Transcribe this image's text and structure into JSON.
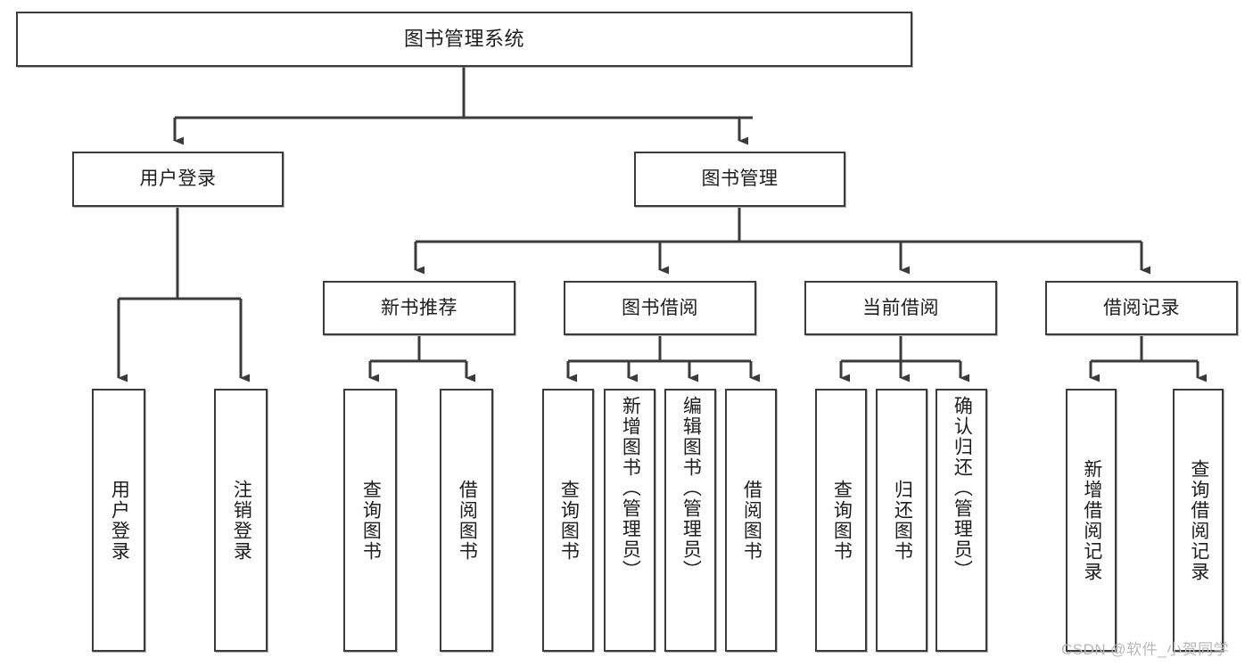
{
  "diagram": {
    "title": "图书管理系统",
    "accent_color": "#3b3b3b",
    "background_color": "#ffffff",
    "watermark": "CSDN @软件_小贺同学",
    "nodes": {
      "root": {
        "label": "图书管理系统"
      },
      "level2": [
        {
          "id": "user-login",
          "label": "用户登录"
        },
        {
          "id": "book-manage",
          "label": "图书管理"
        }
      ],
      "level3": [
        {
          "id": "new-book-recommend",
          "label": "新书推荐"
        },
        {
          "id": "book-borrow",
          "label": "图书借阅"
        },
        {
          "id": "current-borrow",
          "label": "当前借阅"
        },
        {
          "id": "borrow-record",
          "label": "借阅记录"
        }
      ],
      "leaves": {
        "user_login": [
          {
            "id": "leaf-user-login",
            "label": "用户登录"
          },
          {
            "id": "leaf-logout-login",
            "label": "注销登录"
          }
        ],
        "new_book_recommend": [
          {
            "id": "leaf-query-book-1",
            "label": "查询图书"
          },
          {
            "id": "leaf-borrow-book-1",
            "label": "借阅图书"
          }
        ],
        "book_borrow": [
          {
            "id": "leaf-query-book-2",
            "label": "查询图书"
          },
          {
            "id": "leaf-add-book",
            "label": "新增图书（管理员）"
          },
          {
            "id": "leaf-edit-book",
            "label": "编辑图书（管理员）"
          },
          {
            "id": "leaf-borrow-book-2",
            "label": "借阅图书"
          }
        ],
        "current_borrow": [
          {
            "id": "leaf-query-book-3",
            "label": "查询图书"
          },
          {
            "id": "leaf-return-book",
            "label": "归还图书"
          },
          {
            "id": "leaf-confirm-return",
            "label": "确认归还（管理员）"
          }
        ],
        "borrow_record": [
          {
            "id": "leaf-add-record",
            "label": "新增借阅记录"
          },
          {
            "id": "leaf-query-record",
            "label": "查询借阅记录"
          }
        ]
      }
    }
  }
}
